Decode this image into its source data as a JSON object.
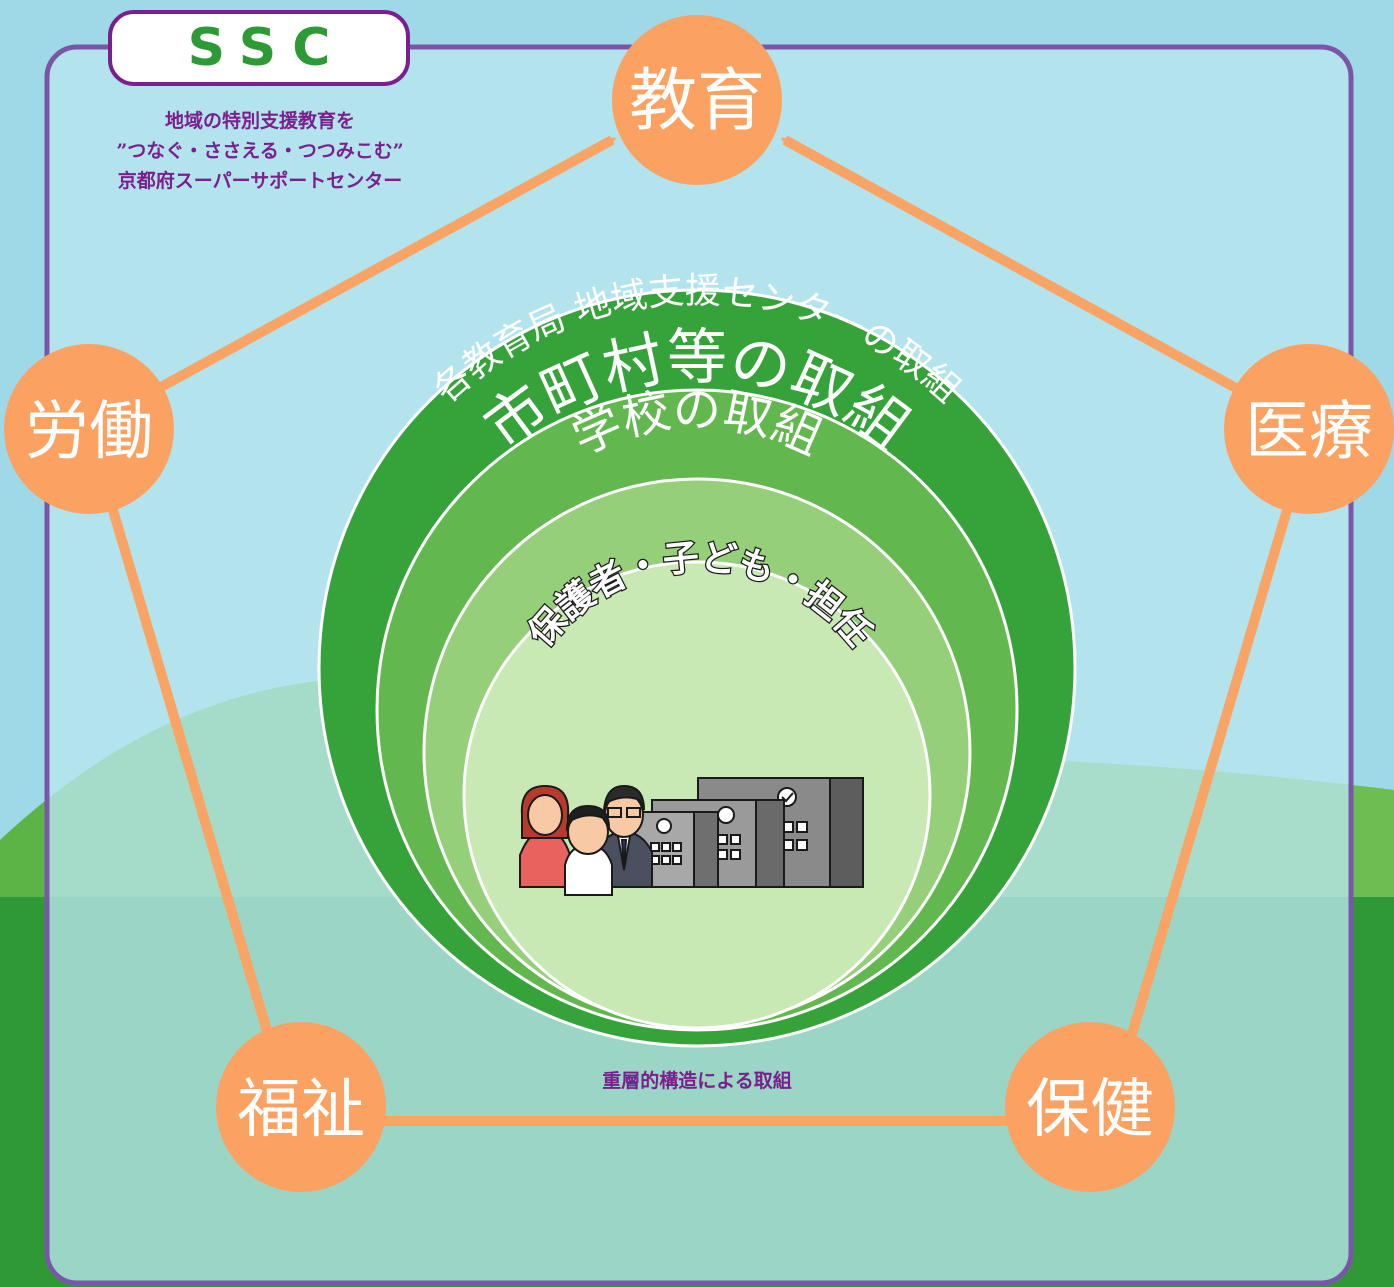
{
  "organization": {
    "abbreviation": "SSC",
    "description_lines": [
      "地域の特別支援教育を",
      "”つなぐ・ささえる・つつみこむ”",
      "京都府スーパーサポートセンター"
    ]
  },
  "sectors": {
    "education": "教育",
    "medical": "医療",
    "health": "保健",
    "welfare": "福祉",
    "labor": "労働"
  },
  "layers": {
    "outer": "各教育局 地域支援センターの取組",
    "municipal": "市町村等の取組",
    "school": "学校の取組",
    "core": "保護者・子ども・担任"
  },
  "caption": "重層的構造による取組",
  "colors": {
    "sky": "#9fd8e6",
    "frame_fill": "#b6e2ec",
    "frame_border": "#7b56a8",
    "accent_purple": "#7b1f8e",
    "ssc_green": "#2e9a36",
    "node_orange": "#fba262",
    "arrow_orange": "#f9a364",
    "ring_outer": "#36a23a",
    "ring_municipal": "#62b84f",
    "ring_school": "#95cf7a",
    "ring_core": "#c8e8b4"
  }
}
